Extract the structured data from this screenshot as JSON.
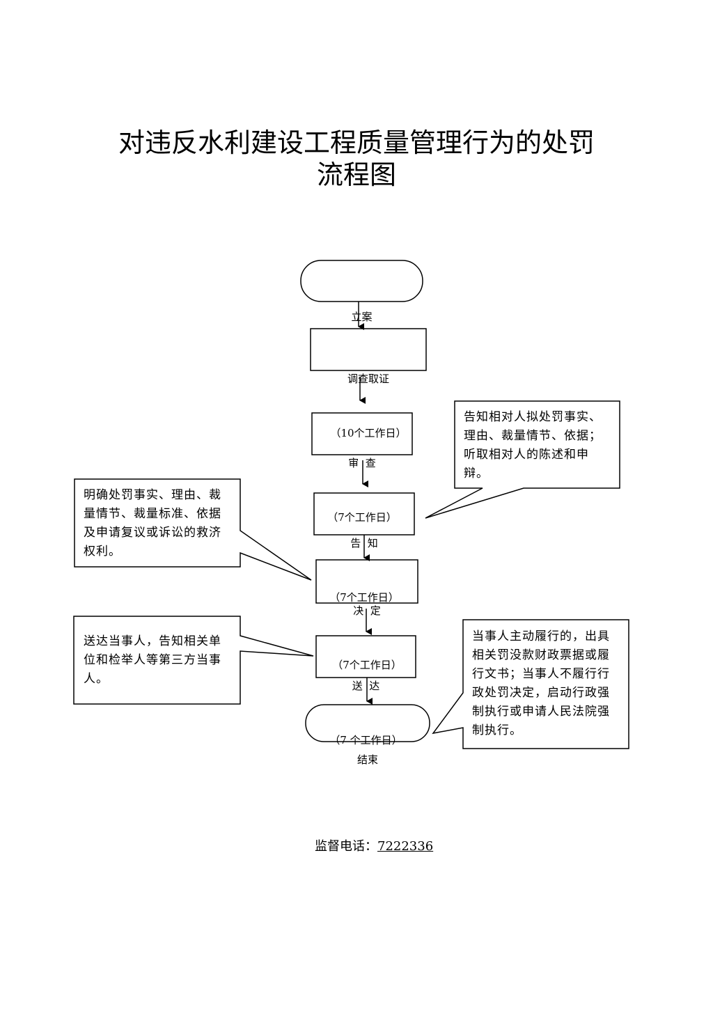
{
  "title": {
    "line1": "对违反水利建设工程质量管理行为的处罚",
    "line2": "流程图"
  },
  "nodes": [
    {
      "id": "filing",
      "label": "立案",
      "sub": ""
    },
    {
      "id": "investigation",
      "label": "调查取证",
      "sub": "（10个工作日）"
    },
    {
      "id": "review",
      "label": "审  查",
      "sub": "（7个工作日）"
    },
    {
      "id": "notify",
      "label": "告  知",
      "sub": "（7个工作日）"
    },
    {
      "id": "decision",
      "label": "决  定",
      "sub": "（7个工作日）"
    },
    {
      "id": "delivery",
      "label": "送  达",
      "sub": "（7 个工作日）"
    },
    {
      "id": "end",
      "label": "结束",
      "sub": ""
    }
  ],
  "callouts": {
    "notify_right": "告知相对人拟处罚事实、理由、裁量情节、依据；听取相对人的陈述和申辩。",
    "decision_left": "明确处罚事实、理由、裁量情节、裁量标准、依据及申请复议或诉讼的救济权利。",
    "delivery_left": "送达当事人，告知相关单位和检举人等第三方当事人。",
    "end_right": "当事人主动履行的，出具相关罚没款财政票据或履行文书；当事人不履行行政处罚决定，启动行政强制执行或申请人民法院强制执行。"
  },
  "footer": {
    "label": "监督电话：",
    "phone": "7222336"
  }
}
